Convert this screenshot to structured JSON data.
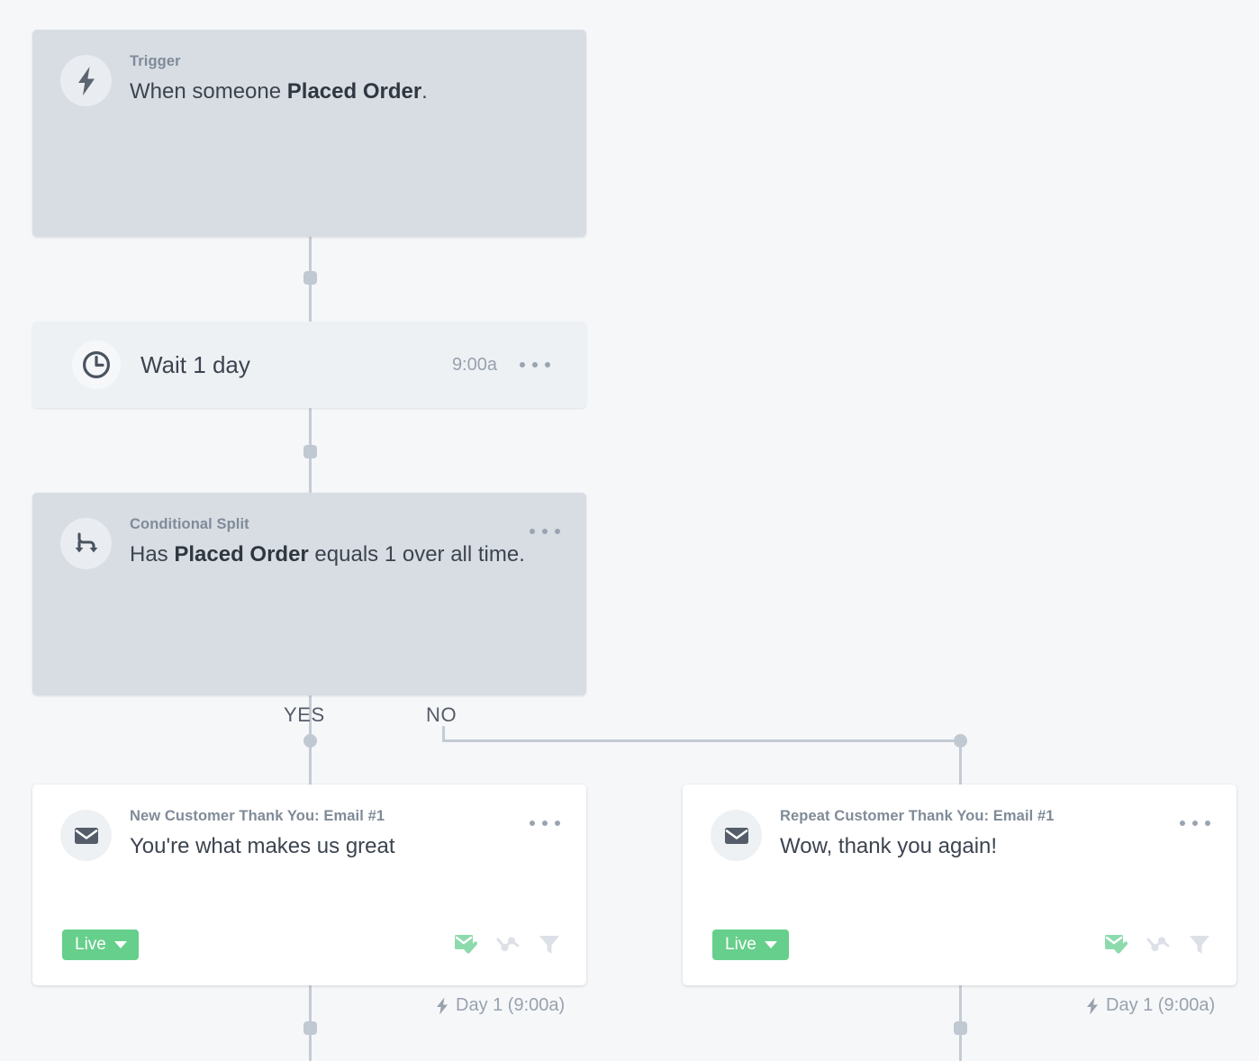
{
  "canvas": {
    "background": "#f6f7f9",
    "connector_color": "#c4cbd4"
  },
  "nodes": {
    "trigger": {
      "kicker": "Trigger",
      "headline_prefix": "When someone ",
      "headline_strong": "Placed Order",
      "headline_suffix": ".",
      "icon": "lightning-bolt-icon"
    },
    "wait": {
      "label": "Wait 1 day",
      "time": "9:00a",
      "icon": "clock-icon",
      "menu": "•••"
    },
    "split": {
      "kicker": "Conditional Split",
      "headline_prefix": "Has ",
      "headline_strong": "Placed Order",
      "headline_suffix": " equals 1 over all time.",
      "icon": "split-arrows-icon",
      "branch_yes": "YES",
      "branch_no": "NO"
    },
    "email_yes": {
      "kicker": "New Customer Thank You: Email #1",
      "subject": "You're what makes us great",
      "icon": "envelope-icon",
      "status_label": "Live",
      "status_color": "#66cf8b",
      "icons": [
        "email-tracking-icon",
        "smart-sending-icon",
        "filter-icon"
      ],
      "schedule": "Day 1 (9:00a)"
    },
    "email_no": {
      "kicker": "Repeat Customer Thank You: Email #1",
      "subject": "Wow, thank you again!",
      "icon": "envelope-icon",
      "status_label": "Live",
      "status_color": "#66cf8b",
      "icons": [
        "email-tracking-icon",
        "smart-sending-icon",
        "filter-icon"
      ],
      "schedule": "Day 1 (9:00a)"
    }
  }
}
